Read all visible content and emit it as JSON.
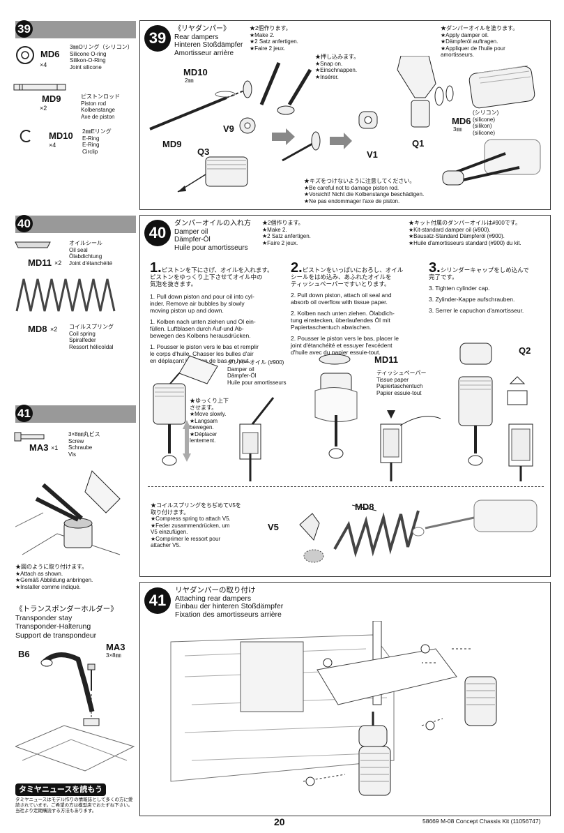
{
  "left": {
    "h39": {
      "num": "39"
    },
    "md6": {
      "code": "MD6",
      "qty": "×4",
      "desc": "3㎜Oリング（シリコン）\nSilicone O-ring\nSilikon-O-Ring\nJoint silicone"
    },
    "md9": {
      "code": "MD9",
      "qty": "×2",
      "desc": "ピストンロッド\nPiston rod\nKolbenstange\nAxe de piston"
    },
    "md10": {
      "code": "MD10",
      "qty": "×4",
      "desc": "2㎜Eリング\nE-Ring\nE-Ring\nCirclip"
    },
    "h40": {
      "num": "40"
    },
    "md11": {
      "code": "MD11",
      "qty": "×2",
      "desc": "オイルシール\nOil seal\nÖlabdichtung\nJoint d'étanchéité"
    },
    "md8": {
      "code": "MD8",
      "qty": "×2",
      "desc": "コイルスプリング\nCoil spring\nSpiralfeder\nRessort hélicoïdal"
    },
    "h41": {
      "num": "41"
    },
    "ma3": {
      "code": "MA3",
      "qty": "×1",
      "desc": "3×8㎜丸ビス\nScrew\nSchraube\nVis"
    },
    "attach": "★図のように取り付けます。\n★Attach as shown.\n★Gemäß Abbildung anbringen.\n★Installer comme indiqué.",
    "stay_title": "《トランスポンダーホルダー》\nTransponder stay\nTransponder-Halterung\nSupport de transpondeur",
    "stay_b6": "B6",
    "stay_ma3": "MA3",
    "stay_size": "3×8㎜",
    "news_title": "タミヤニュースを読もう",
    "news_text": "タミヤニュースはモデル作りの情報誌として多くの方に愛読されています。ご希望の方は模型店でおたずね下さい。当社より定期購読する方法もあります。"
  },
  "s39": {
    "num": "39",
    "title": "《リヤダンパー》\nRear dampers\nHinteren Stoßdämpfer\nAmortisseur arrière",
    "make": "★2個作ります。\n★Make 2.\n★2 Satz anfertigen.\n★Faire 2 jeux.",
    "snap": "★押し込みます。\n★Snap on.\n★Einschnappen.\n★Insérer.",
    "oil": "★ダンパーオイルを塗ります。\n★Apply damper oil.\n★Dämpferöl auftragen.\n★Appliquer de l'huile pour\namortisseurs.",
    "md10": "MD10",
    "size2": "2㎜",
    "md9": "MD9",
    "v9": "V9",
    "q3": "Q3",
    "v1": "V1",
    "q1": "Q1",
    "md6": "MD6",
    "size3": "3㎜",
    "silicone": "(シリコン)\n(silicone)\n(silikon)\n(silicone)",
    "care": "★キズをつけないように注意してください。\n★Be careful not to damage piston rod.\n★Vorsicht! Nicht die Kolbenstange beschädigen.\n★Ne pas endommager l'axe de piston."
  },
  "s40": {
    "num": "40",
    "title": "ダンパーオイルの入れ方\nDamper oil\nDämpfer-Öl\nHuile pour amortisseurs",
    "make": "★2個作ります。\n★Make 2.\n★2 Satz anfertigen.\n★Faire 2 jeux.",
    "kit": "★キット付属のダンパーオイルは#900です。\n★Kit-standard damper oil (#900).\n★Bausatz-Standard Dämpferöl (#900).\n★Huile d'amortisseurs standard (#900) du kit.",
    "step1_num": "1.",
    "step1_jp": "ピストンを下にさげ、オイルを入れます。\nピストンをゆっくり上下させてオイル中の\n気泡を抜きます。",
    "step1_en": "1. Pull down piston and pour oil into cyl-\ninder. Remove air bubbles by slowly\nmoving piston up and down.",
    "step1_de": "1. Kolben nach unten ziehen und Öl ein-\nfüllen. Luftblasen durch Auf-und Ab-\nbewegen des Kolbens herausdrücken.",
    "step1_fr": "1. Pousser le piston vers le bas et remplir\nle corps d'huile. Chasser les bulles d'air\nen déplaçant le piston de bas en haut.",
    "step2_num": "2.",
    "step2_jp": "ピストンをいっぱいにおろし、オイル\nシールをはめ込み、あふれたオイルを\nティッシュペーパーですいとります。",
    "step2_en": "2. Pull down piston, attach oil seal and\nabsorb oil overflow with tissue paper.",
    "step2_de": "2. Kolben nach unten ziehen. Ölabdich-\ntung einstecken, überlaufendes Öl mit\nPapiertaschentuch abwischen.",
    "step2_fr": "2. Pousser le piston vers le bas, placer le\njoint d'étanchéité et essuyer l'excédent\nd'huile avec du papier essuie-tout.",
    "step3_num": "3.",
    "step3_jp": "シリンダーキャップをしめ込んで\n完了です。",
    "step3_en": "3. Tighten cylinder cap.",
    "step3_de": "3. Zylinder-Kappe aufschrauben.",
    "step3_fr": "3. Serrer le capuchon d'amortisseur.",
    "oil_label": "ダンパーオイル (#900)\nDamper oil\nDämpfer-Öl\nHuile pour amortisseurs",
    "md11": "MD11",
    "tissue": "ティッシュペーパー\nTissue paper\nPapiertaschentuch\nPapier essuie-tout",
    "q2": "Q2",
    "slow": "★ゆっくり上下\nさせます。\n★Move slowly.\n★Langsam\nbewegen.\n★Déplacer\nlentement.",
    "spring": "★コイルスプリングをちぢめてV5を\n取り付けます。\n★Compress spring to attach V5.\n★Feder zusammendrücken, um\nV5 einzufügen.\n★Comprimer le ressort pour\nattacher V5.",
    "v5": "V5",
    "md8": "MD8"
  },
  "s41": {
    "num": "41",
    "title": "リヤダンパーの取り付け\nAttaching rear dampers\nEinbau der hinteren Stoßdämpfer\nFixation des amortisseurs arrière"
  },
  "footer": {
    "page": "20",
    "model": "58669 M-08 Concept Chassis Kit (11056747)"
  }
}
